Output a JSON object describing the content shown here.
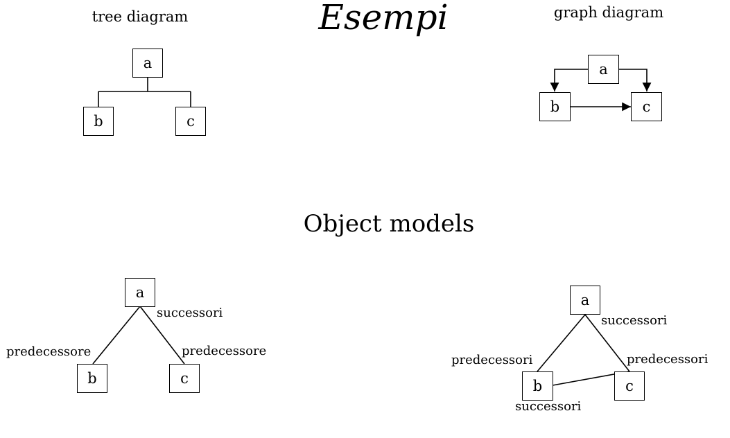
{
  "title": "Esempi",
  "subtitle": "Object models",
  "tree_diagram": {
    "caption": "tree diagram",
    "nodes": {
      "a": "a",
      "b": "b",
      "c": "c"
    }
  },
  "graph_diagram": {
    "caption": "graph diagram",
    "nodes": {
      "a": "a",
      "b": "b",
      "c": "c"
    }
  },
  "object_model_tree": {
    "nodes": {
      "a": "a",
      "b": "b",
      "c": "c"
    },
    "labels": {
      "a_successors": "successori",
      "b_predecessor": "predecessore",
      "c_predecessor": "predecessore"
    }
  },
  "object_model_graph": {
    "nodes": {
      "a": "a",
      "b": "b",
      "c": "c"
    },
    "labels": {
      "a_successors": "successori",
      "b_predecessors": "predecessori",
      "c_predecessors": "predecessori",
      "b_successors": "successori"
    }
  }
}
